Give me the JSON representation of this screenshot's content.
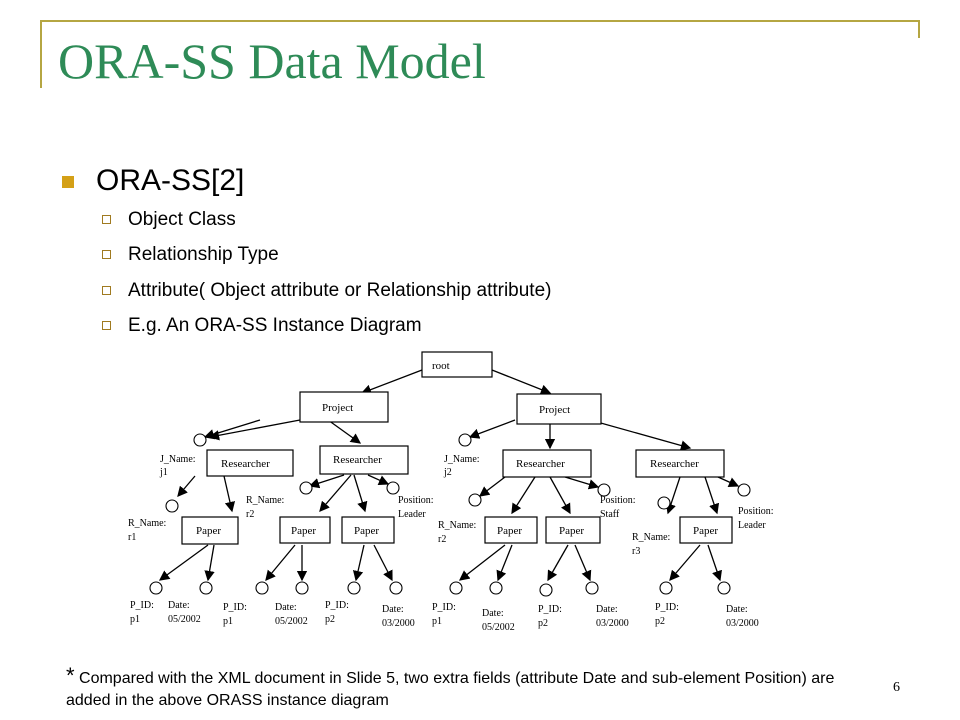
{
  "slide": {
    "title": "ORA-SS Data Model",
    "bullet": "ORA-SS[2]",
    "sub_bullets": [
      "Object Class",
      "Relationship Type",
      "Attribute( Object attribute or Relationship attribute)",
      "E.g. An ORA-SS Instance Diagram"
    ],
    "note_star": "*",
    "note_text": " Compared with the XML document in Slide 5, two extra fields (attribute Date and sub-element Position) are added in the above ORASS instance diagram",
    "page_number": "6",
    "accent_color": "#2e8b57",
    "frame_color": "#b5a642",
    "bullet_color": "#d4a017"
  },
  "diagram": {
    "nodes": {
      "root": "root",
      "project": "Project",
      "researcher": "Researcher",
      "paper": "Paper"
    },
    "labels": {
      "j1": [
        "J_Name:",
        "j1"
      ],
      "j2": [
        "J_Name:",
        "j2"
      ],
      "rname_r1": [
        "R_Name:",
        "r1"
      ],
      "rname_r2_left": [
        "R_Name:",
        "r2"
      ],
      "pos_leader_left": [
        "Position:",
        "Leader"
      ],
      "rname_r2_right": [
        "R_Name:",
        "r2"
      ],
      "pos_staff": [
        "Position:",
        "Staff"
      ],
      "rname_r3": [
        "R_Name:",
        "r3"
      ],
      "pos_leader_right": [
        "Position:",
        "Leader"
      ],
      "pid_p1_a": [
        "P_ID:",
        "p1"
      ],
      "date_a": [
        "Date:",
        "05/2002"
      ],
      "pid_p1_b": [
        "P_ID:",
        "p1"
      ],
      "date_b": [
        "Date:",
        "05/2002"
      ],
      "pid_p2_c": [
        "P_ID:",
        "p2"
      ],
      "date_c": [
        "Date:",
        "03/2000"
      ],
      "pid_p1_d": [
        "P_ID:",
        "p1"
      ],
      "date_d": [
        "Date:",
        "05/2002"
      ],
      "pid_p2_e": [
        "P_ID:",
        "p2"
      ],
      "date_e": [
        "Date:",
        "03/2000"
      ],
      "pid_p2_f": [
        "P_ID:",
        "p2"
      ],
      "date_f": [
        "Date:",
        "03/2000"
      ]
    }
  }
}
